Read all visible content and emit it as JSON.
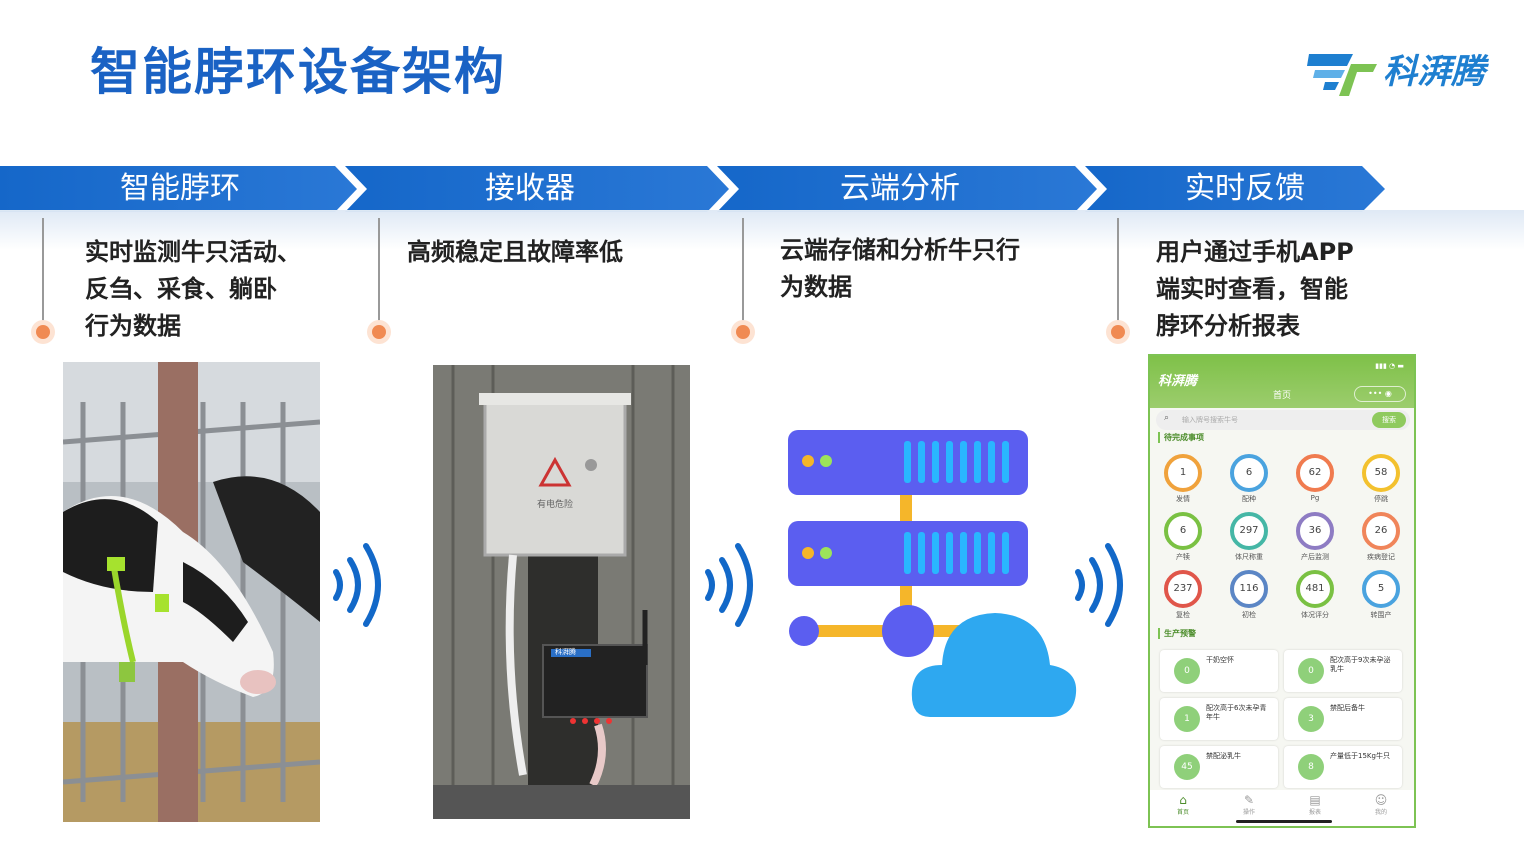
{
  "title": "智能脖环设备架构",
  "logo": {
    "text": "科湃腾",
    "accent": "#1e7fd0",
    "accent2": "#7dc353"
  },
  "colors": {
    "band": "#1268c8",
    "dot": "#f08a52",
    "wave": "#1268c8"
  },
  "stages": [
    {
      "label": "智能脖环",
      "desc": [
        "实时监测牛只活动、",
        "反刍、采食、躺卧",
        "行为数据"
      ]
    },
    {
      "label": "接收器",
      "desc": [
        "高频稳定且故障率低"
      ]
    },
    {
      "label": "云端分析",
      "desc": [
        "云端存储和分析牛只行",
        "为数据"
      ]
    },
    {
      "label": "实时反馈",
      "desc": [
        "用户通过手机APP",
        "端实时查看，智能",
        "脖环分析报表"
      ]
    }
  ],
  "receiver": {
    "warning_text": "有电危险",
    "device_brand": "科湃腾"
  },
  "phone": {
    "brand": "科湃腾",
    "header_title": "首页",
    "search_placeholder": "输入牌号搜索牛号",
    "search_button": "搜索",
    "section1": "待完成事项",
    "section2": "生产预警",
    "rings": [
      {
        "value": "1",
        "label": "发情",
        "color": "#f0a23c"
      },
      {
        "value": "6",
        "label": "配种",
        "color": "#4aa3df"
      },
      {
        "value": "62",
        "label": "Pg",
        "color": "#f07b4f"
      },
      {
        "value": "58",
        "label": "停跳",
        "color": "#f3c12e"
      },
      {
        "value": "6",
        "label": "产犊",
        "color": "#7ac143"
      },
      {
        "value": "297",
        "label": "体尺称重",
        "color": "#45b7a6"
      },
      {
        "value": "36",
        "label": "产后监测",
        "color": "#8e7cc3"
      },
      {
        "value": "26",
        "label": "疾病登记",
        "color": "#f0855a"
      },
      {
        "value": "237",
        "label": "复检",
        "color": "#e0564a"
      },
      {
        "value": "116",
        "label": "初检",
        "color": "#5b86c5"
      },
      {
        "value": "481",
        "label": "体况评分",
        "color": "#7ac143"
      },
      {
        "value": "5",
        "label": "转围产",
        "color": "#4aa3df"
      }
    ],
    "cards": [
      {
        "value": "0",
        "text": "干奶空怀"
      },
      {
        "value": "0",
        "text": "配次高于9次未孕泌乳牛"
      },
      {
        "value": "1",
        "text": "配次高于6次未孕青年牛"
      },
      {
        "value": "3",
        "text": "禁配后备牛"
      },
      {
        "value": "45",
        "text": "禁配泌乳牛"
      },
      {
        "value": "8",
        "text": "产量低于15Kg牛只"
      }
    ],
    "tabs": [
      "首页",
      "操作",
      "报表",
      "我的"
    ]
  }
}
